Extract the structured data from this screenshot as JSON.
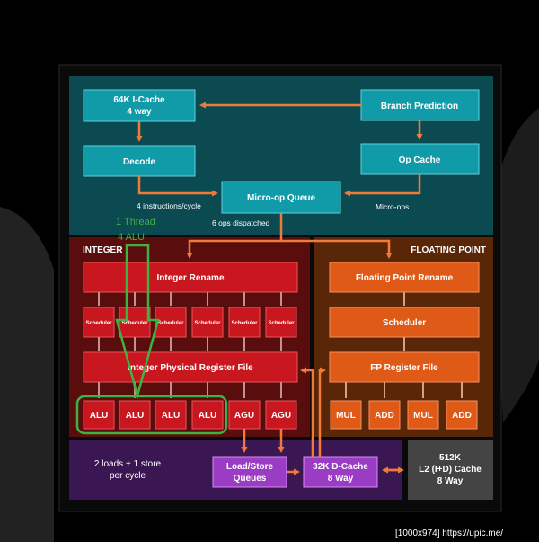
{
  "frontend": {
    "icache": [
      "64K I-Cache",
      "4 way"
    ],
    "branch": "Branch Prediction",
    "decode": "Decode",
    "opcache": "Op Cache",
    "microop_queue": "Micro-op Queue",
    "label_4inst": "4 instructions/cycle",
    "label_microops": "Micro-ops",
    "label_6ops": "6 ops dispatched"
  },
  "annotation": {
    "thread": "1 Thread",
    "alu": "4 ALU"
  },
  "integer": {
    "title": "INTEGER",
    "rename": "Integer Rename",
    "scheduler": "Scheduler",
    "regfile": "Integer Physical Register File",
    "alu": "ALU",
    "agu": "AGU"
  },
  "fp": {
    "title": "FLOATING POINT",
    "rename": "Floating Point Rename",
    "scheduler": "Scheduler",
    "regfile": "FP Register File",
    "units": [
      "MUL",
      "ADD",
      "MUL",
      "ADD"
    ]
  },
  "memory": {
    "loads_stores": [
      "2 loads + 1 store",
      "per cycle"
    ],
    "lsq": [
      "Load/Store",
      "Queues"
    ],
    "dcache": [
      "32K D-Cache",
      "8 Way"
    ],
    "l2": [
      "512K",
      "L2 (I+D) Cache",
      "8 Way"
    ]
  },
  "watermark": "[1000x974] https://upic.me/",
  "colors": {
    "frontend_bg": "#0b4a50",
    "frontend_box": "#119aa8",
    "integer_bg": "#5a0d0d",
    "integer_box": "#c8171e",
    "fp_bg": "#5a2608",
    "fp_box": "#e05a17",
    "memory_bg": "#3a1652",
    "memory_box": "#9b3cc4",
    "l2_box": "#555555",
    "arrow": "#f07a3a",
    "annotation": "#3fb342"
  }
}
